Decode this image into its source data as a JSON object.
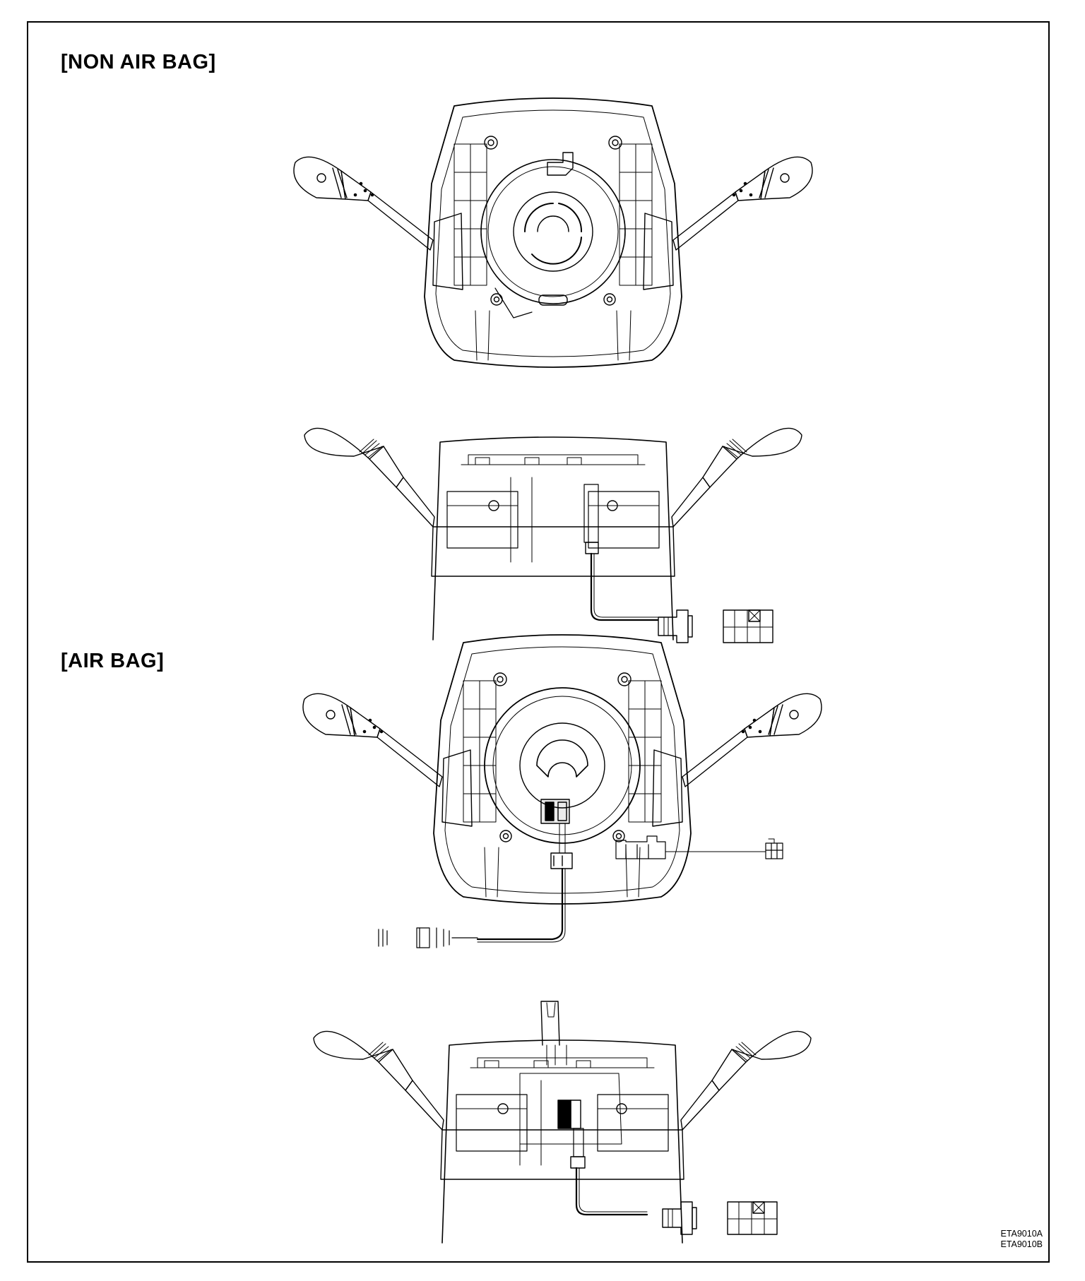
{
  "sections": [
    {
      "title": "[NON AIR BAG]"
    },
    {
      "title": "[AIR BAG]"
    }
  ],
  "figure_codes": [
    "ETA9010A",
    "ETA9010B"
  ],
  "colors": {
    "ink": "#000000",
    "background": "#ffffff"
  }
}
